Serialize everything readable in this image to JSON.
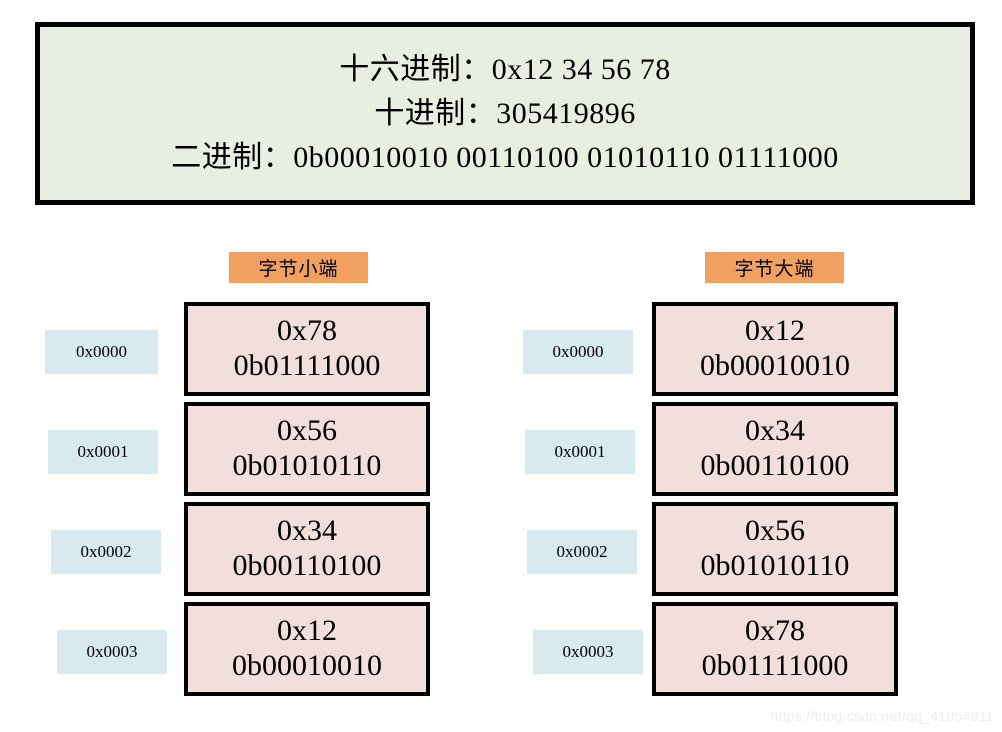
{
  "banner": {
    "lines": [
      "十六进制：0x12 34 56 78",
      "十进制：305419896",
      "二进制：0b00010010 00110100 01010110 01111000"
    ],
    "background_color": "#e8eee0",
    "border_color": "#000000"
  },
  "columns": [
    {
      "id": "little-endian",
      "header": "字节小端",
      "header_color": "#f0a060",
      "rows": [
        {
          "address": "0x0000",
          "hex": "0x78",
          "binary": "0b01111000"
        },
        {
          "address": "0x0001",
          "hex": "0x56",
          "binary": "0b01010110"
        },
        {
          "address": "0x0002",
          "hex": "0x34",
          "binary": "0b00110100"
        },
        {
          "address": "0x0003",
          "hex": "0x12",
          "binary": "0b00010010"
        }
      ]
    },
    {
      "id": "big-endian",
      "header": "字节大端",
      "header_color": "#f0a060",
      "rows": [
        {
          "address": "0x0000",
          "hex": "0x12",
          "binary": "0b00010010"
        },
        {
          "address": "0x0001",
          "hex": "0x34",
          "binary": "0b00110100"
        },
        {
          "address": "0x0002",
          "hex": "0x56",
          "binary": "0b01010110"
        },
        {
          "address": "0x0003",
          "hex": "0x78",
          "binary": "0b01111000"
        }
      ]
    }
  ],
  "colors": {
    "address_label": "#d9e9f0",
    "byte_cell": "#f2dedb",
    "header_orange": "#f0a060",
    "banner_green": "#e8eee0"
  },
  "watermark": "https://blog.csdn.net/qq_41854911"
}
